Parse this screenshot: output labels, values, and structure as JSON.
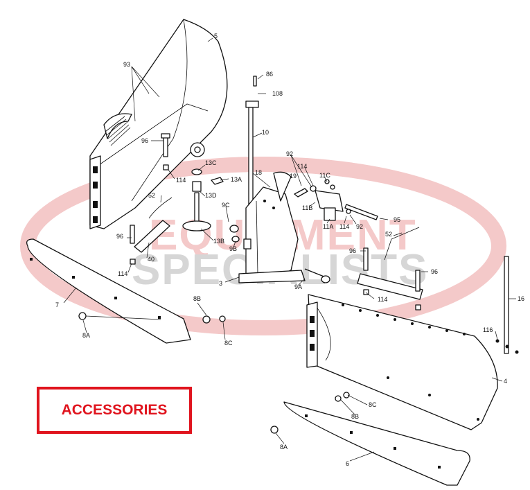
{
  "watermark": {
    "line1": "EQUIPMENT",
    "line2": "SPECIALISTS",
    "red_color": "#f4c9c9",
    "gray_color": "#d6d6d6"
  },
  "accessories_box": {
    "label": "ACCESSORIES",
    "color": "#e0141e"
  },
  "callouts": {
    "c5": "5",
    "c93": "93",
    "c96a": "96",
    "c114a": "114",
    "c13c": "13C",
    "c13d": "13D",
    "c13b": "13B",
    "c13a": "13A",
    "c86": "86",
    "c108": "108",
    "c10": "10",
    "c18": "18",
    "c19": "19",
    "c92a": "92",
    "c114b": "114",
    "c11c": "11C",
    "c11b": "11B",
    "c11a": "11A",
    "c114c": "114",
    "c92b": "92",
    "c95": "95",
    "c52a": "52",
    "c9c": "9C",
    "c9b": "9B",
    "c96b": "96",
    "c40": "40",
    "c114d": "114",
    "c3": "3",
    "c9a": "9A",
    "c52b": "52",
    "c96c": "96",
    "c96d": "96",
    "c114e": "114",
    "c16": "16",
    "c7": "7",
    "c8b": "8B",
    "c8a": "8A",
    "c8c": "8C",
    "c116": "116",
    "c4": "4",
    "c8c2": "8C",
    "c8b2": "8B",
    "c8a2": "8A",
    "c6": "6"
  }
}
